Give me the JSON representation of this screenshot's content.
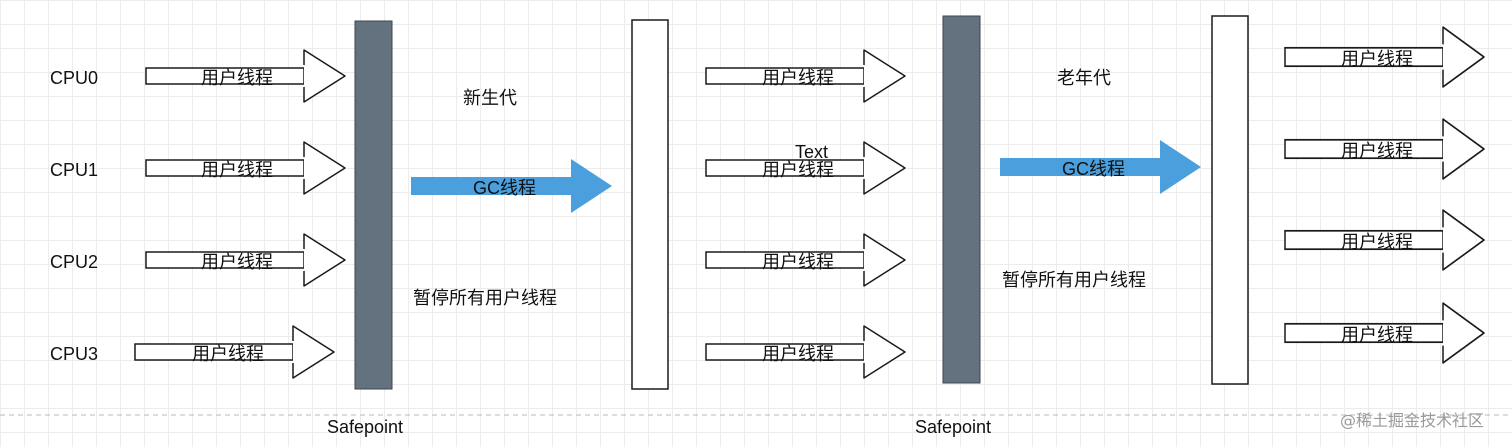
{
  "colors": {
    "barDark": "#64717f",
    "gcArrow": "#4a9fdc",
    "outline": "#1a1a1a"
  },
  "labels": {
    "cpus": [
      "CPU0",
      "CPU1",
      "CPU2",
      "CPU3"
    ],
    "user_thread": "用户线程",
    "gc_thread": "GC线程",
    "young_gen": "新生代",
    "old_gen": "老年代",
    "pause_all": "暂停所有用户线程",
    "text": "Text",
    "safepoint": "Safepoint",
    "watermark": "@稀土掘金技术社区"
  }
}
